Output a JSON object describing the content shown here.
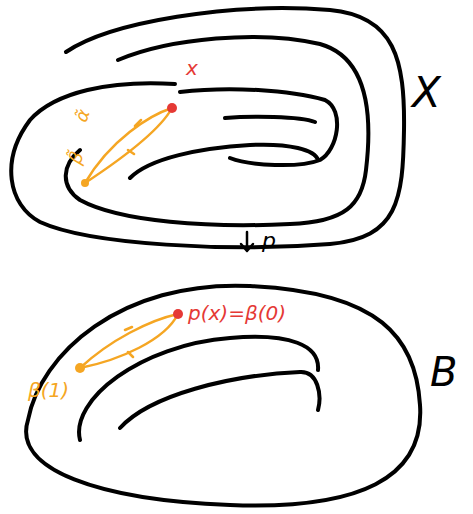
{
  "diagram": {
    "labels": [
      "x",
      "α̃",
      "β̃",
      "X",
      "p",
      "p(x)=β(0)",
      "β(1)",
      "B"
    ]
  }
}
